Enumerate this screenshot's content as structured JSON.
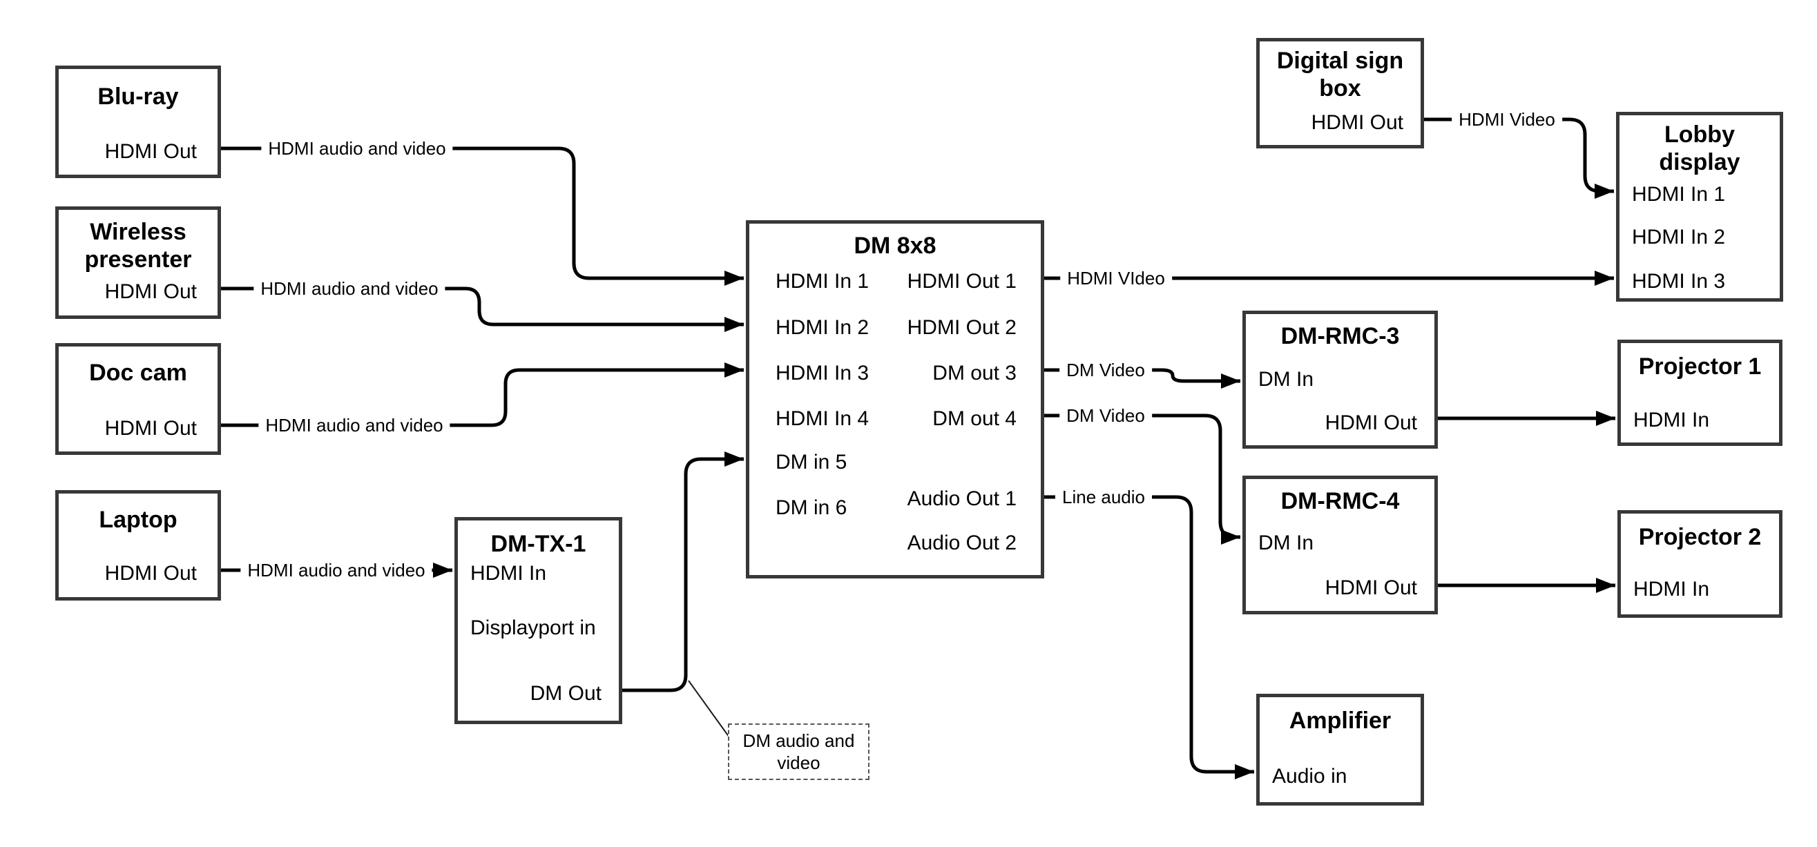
{
  "boxes": {
    "bluray": {
      "title": "Blu-ray",
      "ports": {
        "hdmi_out": "HDMI Out"
      }
    },
    "wireless": {
      "title": "Wireless\npresenter",
      "ports": {
        "hdmi_out": "HDMI Out"
      }
    },
    "doc_cam": {
      "title": "Doc cam",
      "ports": {
        "hdmi_out": "HDMI Out"
      }
    },
    "laptop": {
      "title": "Laptop",
      "ports": {
        "hdmi_out": "HDMI Out"
      }
    },
    "dm_tx_1": {
      "title": "DM-TX-1",
      "ports": {
        "hdmi_in": "HDMI In",
        "displayport_in": "Displayport in",
        "dm_out": "DM Out"
      }
    },
    "dm_8x8": {
      "title": "DM 8x8",
      "ports": {
        "hdmi_in_1": "HDMI In 1",
        "hdmi_in_2": "HDMI In 2",
        "hdmi_in_3": "HDMI In 3",
        "hdmi_in_4": "HDMI In 4",
        "dm_in_5": "DM in 5",
        "dm_in_6": "DM in 6",
        "hdmi_out_1": "HDMI Out 1",
        "hdmi_out_2": "HDMI Out 2",
        "dm_out_3": "DM out 3",
        "dm_out_4": "DM out 4",
        "audio_out_1": "Audio Out 1",
        "audio_out_2": "Audio Out 2"
      }
    },
    "digital_sign": {
      "title": "Digital sign\nbox",
      "ports": {
        "hdmi_out": "HDMI Out"
      }
    },
    "lobby_display": {
      "title": "Lobby\ndisplay",
      "ports": {
        "hdmi_in_1": "HDMI In 1",
        "hdmi_in_2": "HDMI In 2",
        "hdmi_in_3": "HDMI In 3"
      }
    },
    "dm_rmc_3": {
      "title": "DM-RMC-3",
      "ports": {
        "dm_in": "DM In",
        "hdmi_out": "HDMI Out"
      }
    },
    "projector_1": {
      "title": "Projector 1",
      "ports": {
        "hdmi_in": "HDMI In"
      }
    },
    "dm_rmc_4": {
      "title": "DM-RMC-4",
      "ports": {
        "dm_in": "DM In",
        "hdmi_out": "HDMI Out"
      }
    },
    "projector_2": {
      "title": "Projector 2",
      "ports": {
        "hdmi_in": "HDMI In"
      }
    },
    "amplifier": {
      "title": "Amplifier",
      "ports": {
        "audio_in": "Audio in"
      }
    }
  },
  "connection_labels": {
    "bluray_to_dm8x8": "HDMI audio and video",
    "wireless_to_dm8x8": "HDMI audio and video",
    "doccam_to_dm8x8": "HDMI audio and video",
    "laptop_to_dmtx1": "HDMI audio and video",
    "hdmi_out_1": "HDMI VIdeo",
    "dm_out_3": "DM Video",
    "dm_out_4": "DM Video",
    "audio_out_1": "Line audio",
    "digital_sign_to_lobby": "HDMI Video"
  },
  "callout": {
    "text": "DM audio and\nvideo"
  },
  "colors": {
    "background": "#ffffff",
    "wire": "#000000",
    "box_border": "#383838",
    "callout_border": "#555555",
    "text": "#000000"
  }
}
